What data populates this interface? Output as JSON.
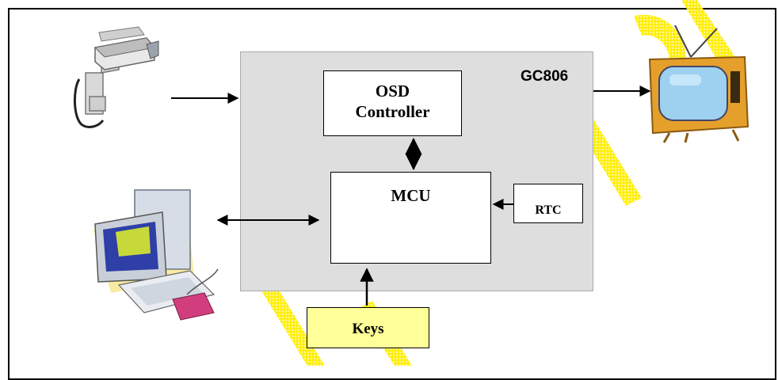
{
  "diagram": {
    "chip_label": "GC806",
    "osd": {
      "line1": "OSD",
      "line2": "Controller"
    },
    "mcu": "MCU",
    "rtc": "RTC",
    "keys": "Keys"
  },
  "icons": [
    "security-camera-icon",
    "computer-icon",
    "television-icon"
  ],
  "colors": {
    "chip_fill": "#dedede",
    "keys_fill": "#ffff99",
    "watermark": "#ffee00"
  }
}
